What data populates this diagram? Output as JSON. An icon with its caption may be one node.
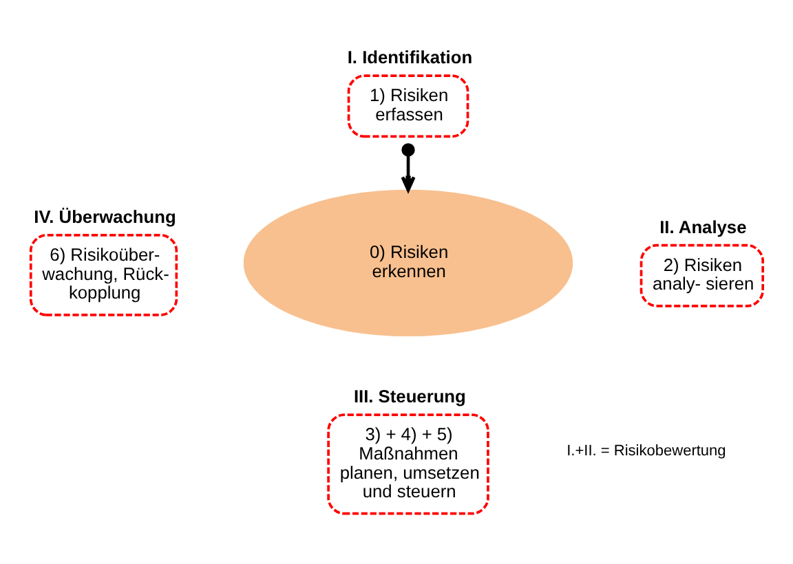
{
  "diagram": {
    "nodes": [
      {
        "text": [
          "I. Identifikation",
          "1) Risiken erfassen"
        ]
      },
      {
        "text": [
          "0) Risiken erkennen"
        ]
      },
      {
        "text": [
          "II. Analyse",
          "2) Risiken analy- sieren"
        ]
      },
      {
        "text": [
          "III. Steuerung",
          "3) + 4) + 5) Maßnahmen planen, umsetzen und steuern"
        ]
      },
      {
        "text": [
          "IV. Überwachung",
          "6) Risikoüber- wachung, Rück- kopplung"
        ]
      }
    ],
    "edges": [
      {
        "from": 0,
        "to": 1,
        "arrow": "to"
      }
    ],
    "labels": [
      "I.+II. = Risikobewertung"
    ]
  }
}
